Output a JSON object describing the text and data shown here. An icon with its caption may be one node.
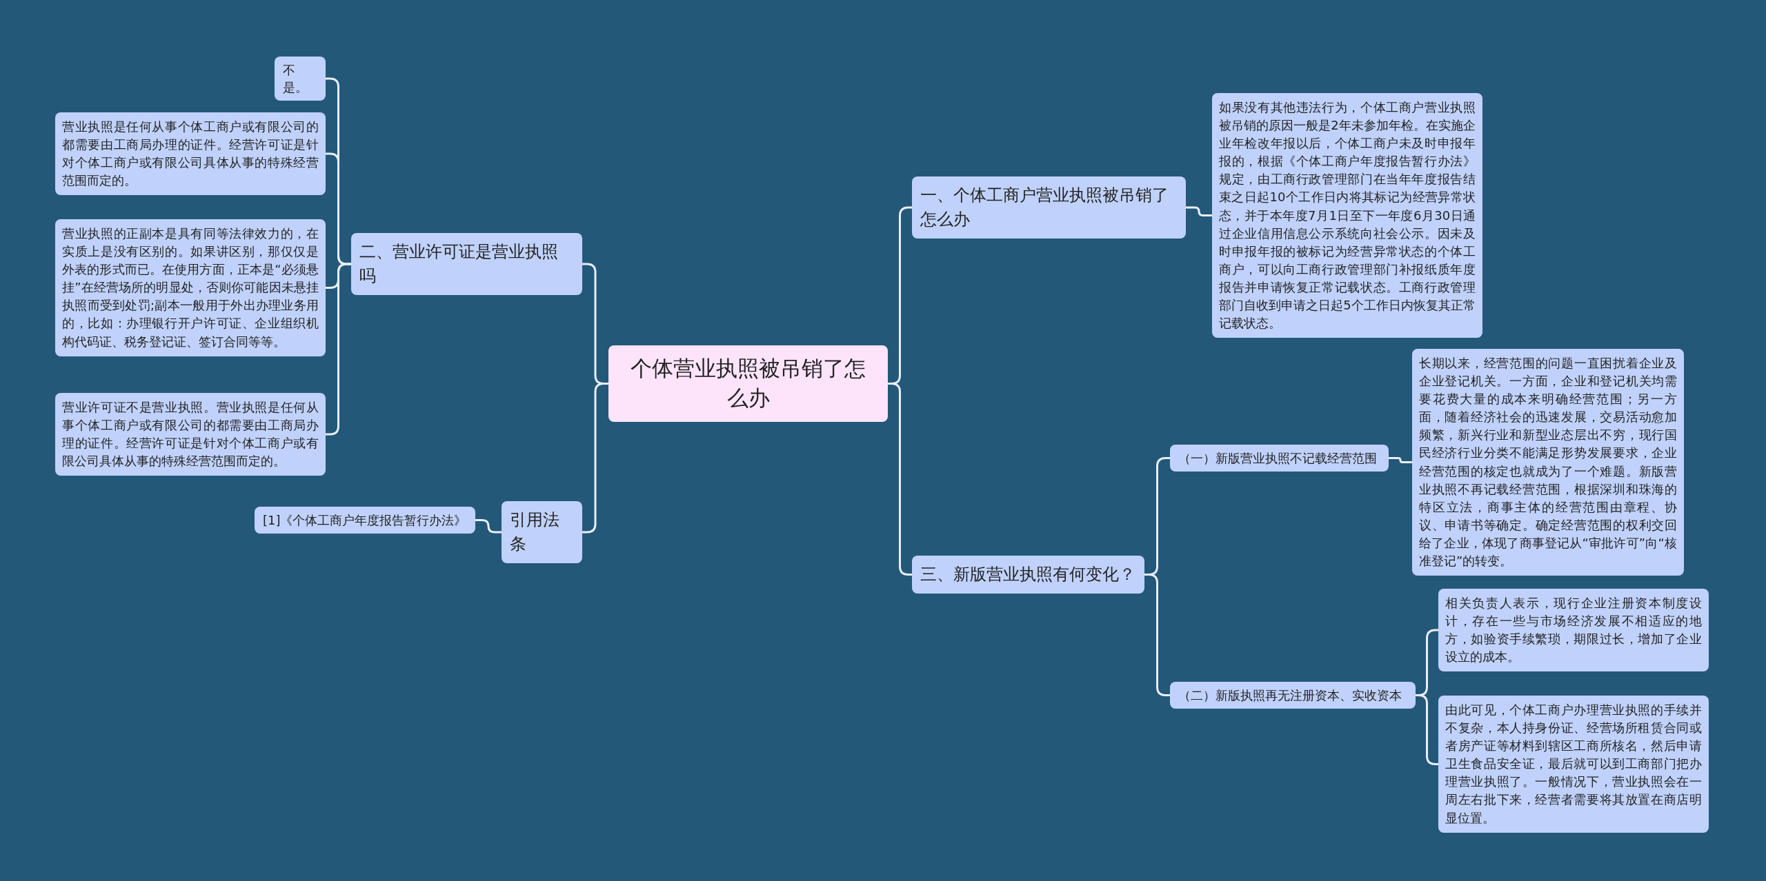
{
  "diagram": {
    "nodes": [
      {
        "text": [
          "个体营业执照被吊销了怎么办"
        ]
      },
      {
        "text": [
          "二、营业许可证是营业执照吗"
        ]
      },
      {
        "text": [
          "不是。"
        ]
      },
      {
        "text": [
          "营业执照是任何从事个体工商户或有限公司的都需要由工商局办理的证件。经营许可证是针对个体工商户或有限公司具体从事的特殊经营范围而定的。"
        ]
      },
      {
        "text": [
          "营业执照的正副本是具有同等法律效力的，在实质上是没有区别的。如果讲区别，那仅仅是外表的形式而已。在使用方面，正本是“必须悬挂”在经营场所的明显处，否则你可能因未悬挂执照而受到处罚;副本一般用于外出办理业务用的，比如：办理银行开户许可证、企业组织机构代码证、税务登记证、签订合同等等。"
        ]
      },
      {
        "text": [
          "营业许可证不是营业执照。营业执照是任何从事个体工商户或有限公司的都需要由工商局办理的证件。经营许可证是针对个体工商户或有限公司具体从事的特殊经营范围而定的。"
        ]
      },
      {
        "text": [
          "引用法条"
        ]
      },
      {
        "text": [
          "[1]《个体工商户年度报告暂行办法》"
        ]
      },
      {
        "text": [
          "一、个体工商户营业执照被吊销了怎么办"
        ]
      },
      {
        "text": [
          "如果没有其他违法行为，个体工商户营业执照被吊销的原因一般是2年未参加年检。在实施企业年检改年报以后，个体工商户未及时申报年报的，根据《个体工商户年度报告暂行办法》规定，由工商行政管理部门在当年年度报告结束之日起10个工作日内将其标记为经营异常状态，并于本年度7月1日至下一年度6月30日通过企业信用信息公示系统向社会公示。因未及时申报年报的被标记为经营异常状态的个体工商户，可以向工商行政管理部门补报纸质年度报告并申请恢复正常记载状态。工商行政管理部门自收到申请之日起5个工作日内恢复其正常记载状态。"
        ]
      },
      {
        "text": [
          "三、新版营业执照有何变化？"
        ]
      },
      {
        "text": [
          "（一）新版营业执照不记载经营范围"
        ]
      },
      {
        "text": [
          "长期以来，经营范围的问题一直困扰着企业及企业登记机关。一方面，企业和登记机关均需要花费大量的成本来明确经营范围；另一方面，随着经济社会的迅速发展，交易活动愈加频繁，新兴行业和新型业态层出不穷，现行国民经济行业分类不能满足形势发展要求，企业经营范围的核定也就成为了一个难题。新版营业执照不再记载经营范围，根据深圳和珠海的特区立法，商事主体的经营范围由章程、协议、申请书等确定。确定经营范围的权利交回给了企业，体现了商事登记从“审批许可”向“核准登记”的转变。"
        ]
      },
      {
        "text": [
          "（二）新版执照再无注册资本、实收资本"
        ]
      },
      {
        "text": [
          "相关负责人表示，现行企业注册资本制度设计，存在一些与市场经济发展不相适应的地方，如验资手续繁琐，期限过长，增加了企业设立的成本。"
        ]
      },
      {
        "text": [
          "由此可见，个体工商户办理营业执照的手续并不复杂，本人持身份证、经营场所租赁合同或者房产证等材料到辖区工商所核名，然后申请卫生食品安全证，最后就可以到工商部门把办理营业执照了。一般情况下，营业执照会在一周左右批下来，经营者需要将其放置在商店明显位置。"
        ]
      }
    ],
    "edges": [
      {
        "from": 0,
        "to": 1,
        "arrow": "none"
      },
      {
        "from": 1,
        "to": 2,
        "arrow": "none"
      },
      {
        "from": 1,
        "to": 3,
        "arrow": "none"
      },
      {
        "from": 1,
        "to": 4,
        "arrow": "none"
      },
      {
        "from": 1,
        "to": 5,
        "arrow": "none"
      },
      {
        "from": 0,
        "to": 6,
        "arrow": "none"
      },
      {
        "from": 6,
        "to": 7,
        "arrow": "none"
      },
      {
        "from": 0,
        "to": 8,
        "arrow": "none"
      },
      {
        "from": 8,
        "to": 9,
        "arrow": "none"
      },
      {
        "from": 0,
        "to": 10,
        "arrow": "none"
      },
      {
        "from": 10,
        "to": 11,
        "arrow": "none"
      },
      {
        "from": 11,
        "to": 12,
        "arrow": "none"
      },
      {
        "from": 10,
        "to": 13,
        "arrow": "none"
      },
      {
        "from": 13,
        "to": 14,
        "arrow": "none"
      },
      {
        "from": 13,
        "to": 15,
        "arrow": "none"
      }
    ]
  }
}
